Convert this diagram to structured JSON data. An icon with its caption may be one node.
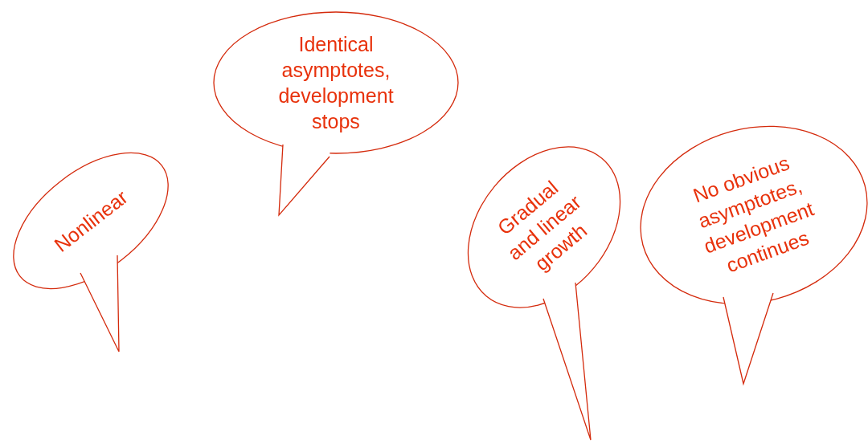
{
  "diagram": {
    "nodes": [
      {
        "text": [
          "Nonlinear"
        ]
      },
      {
        "text": [
          "Identical asymptotes, development stops"
        ]
      },
      {
        "text": [
          "Gradual and linear growth"
        ]
      },
      {
        "text": [
          "No obvious asymptotes, development continues"
        ]
      }
    ],
    "edges": []
  }
}
